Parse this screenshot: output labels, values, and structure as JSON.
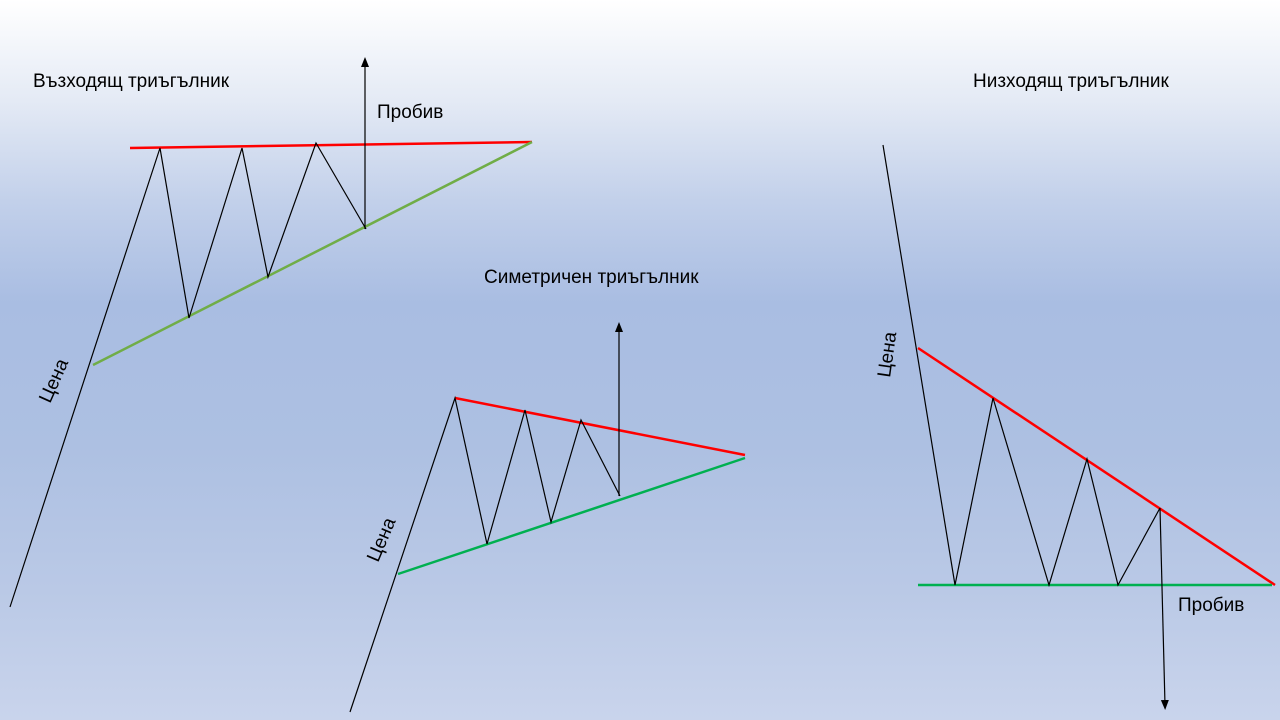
{
  "ascending": {
    "title": "Възходящ триъгълник",
    "price_label": "Цена",
    "breakout_label": "Пробив"
  },
  "symmetric": {
    "title": "Симетричен триъгълник",
    "price_label": "Цена"
  },
  "descending": {
    "title": "Низходящ триъгълник",
    "price_label": "Цена",
    "breakout_label": "Пробив"
  },
  "colors": {
    "resistance": "#ff0000",
    "support_ascending": "#70ad47",
    "support": "#00b050",
    "price": "#000000"
  }
}
